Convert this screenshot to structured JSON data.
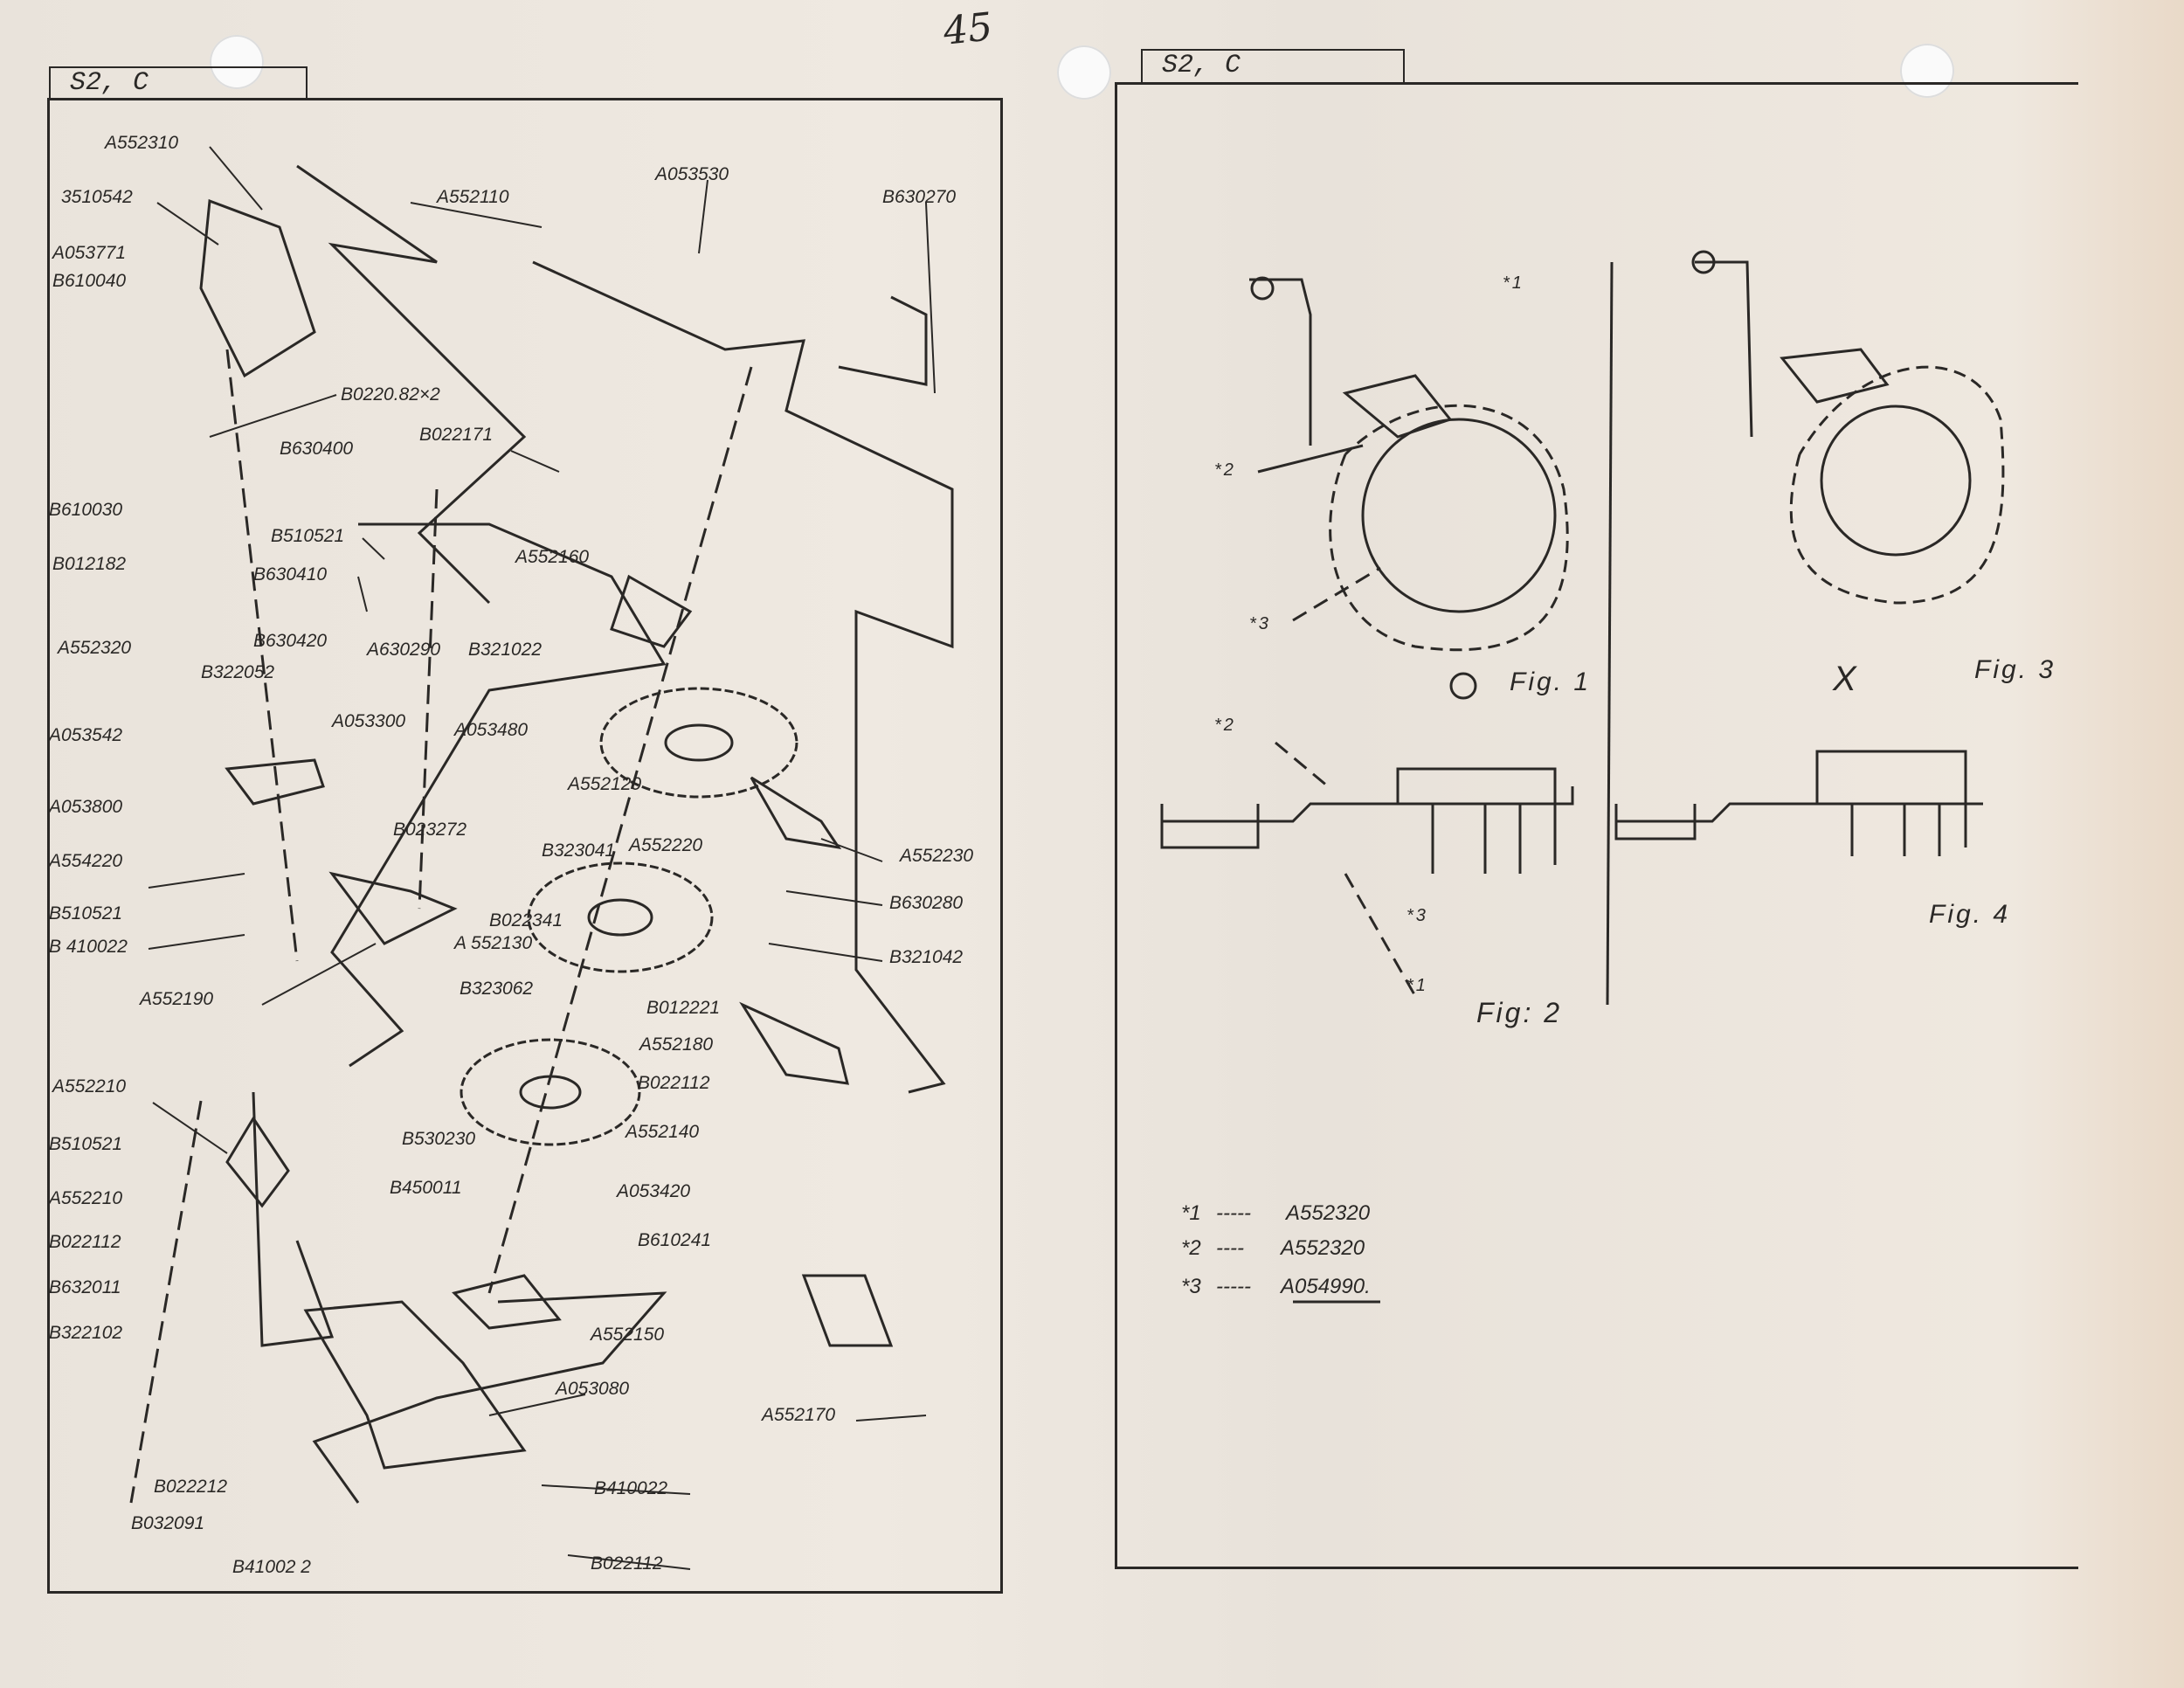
{
  "page_number": "45",
  "left_sheet": {
    "tab": "S2, C"
  },
  "right_sheet": {
    "tab": "S2, C"
  },
  "parts": [
    "A552310",
    "3510542",
    "A053771",
    "B610040",
    "B0220.82×2",
    "B630400",
    "B022171",
    "A552110",
    "A053530",
    "B630270",
    "B610030",
    "B510521",
    "B012182",
    "B630410",
    "A552160",
    "A552320",
    "B630420",
    "A630290",
    "B321022",
    "B322052",
    "A053300",
    "A053480",
    "A053542",
    "A552120",
    "A053800",
    "A552220",
    "A552230",
    "B023272",
    "B323041",
    "A554220",
    "B630280",
    "B510521",
    "B022341",
    "A 552130",
    "B 410022",
    "B321042",
    "A552190",
    "B323062",
    "B012221",
    "A552180",
    "A552210",
    "B022112",
    "B510521",
    "A552140",
    "B530230",
    "A552210",
    "B450011",
    "A053420",
    "B022112",
    "B610241",
    "B632011",
    "B322102",
    "A552150",
    "A053080",
    "A552170",
    "B022212",
    "B410022",
    "B032091",
    "B41002 2",
    "B022112"
  ],
  "figures": {
    "fig1": "Fig. 1",
    "fig2": "Fig: 2",
    "fig3": "Fig. 3",
    "fig4": "Fig. 4",
    "ok_mark": "○",
    "ng_mark": "X",
    "c1": "*1",
    "c2": "*2",
    "c3": "*3",
    "c4": "*1",
    "c5": "*2",
    "c6": "*3"
  },
  "legend": [
    {
      "key": "*1",
      "dash": "-----",
      "part": "A552320"
    },
    {
      "key": "*2",
      "dash": "----",
      "part": "A552320"
    },
    {
      "key": "*3",
      "dash": "-----",
      "part": "A054990."
    }
  ]
}
